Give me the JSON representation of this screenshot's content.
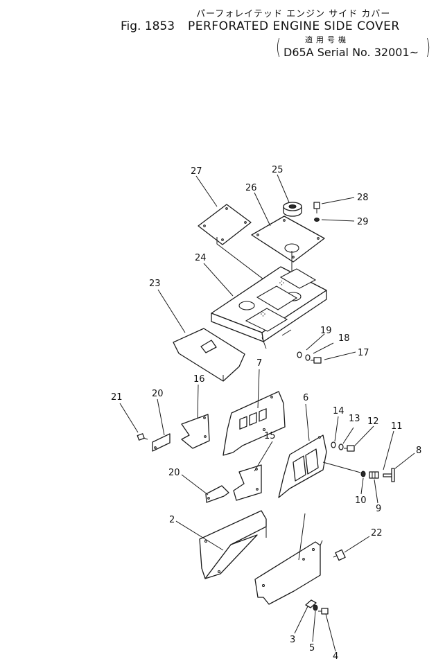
{
  "header": {
    "title_jp": "パーフォレイテッド エンジン サイド カバー",
    "fig_number": "Fig. 1853",
    "title_en": "PERFORATED ENGINE SIDE COVER",
    "applicable_jp": "適用号機",
    "paren_open": "(",
    "paren_close": ")",
    "serial": "D65A Serial No. 32001~"
  },
  "callouts": {
    "p2": "2",
    "p3": "3",
    "p4": "4",
    "p5": "5",
    "p6": "6",
    "p7": "7",
    "p8": "8",
    "p9": "9",
    "p10": "10",
    "p11": "11",
    "p12": "12",
    "p13": "13",
    "p14": "14",
    "p15": "15",
    "p16": "16",
    "p17": "17",
    "p18": "18",
    "p19": "19",
    "p20a": "20",
    "p20b": "20",
    "p21": "21",
    "p22": "22",
    "p23": "23",
    "p24": "24",
    "p25": "25",
    "p26": "26",
    "p27": "27",
    "p28": "28",
    "p29": "29"
  }
}
